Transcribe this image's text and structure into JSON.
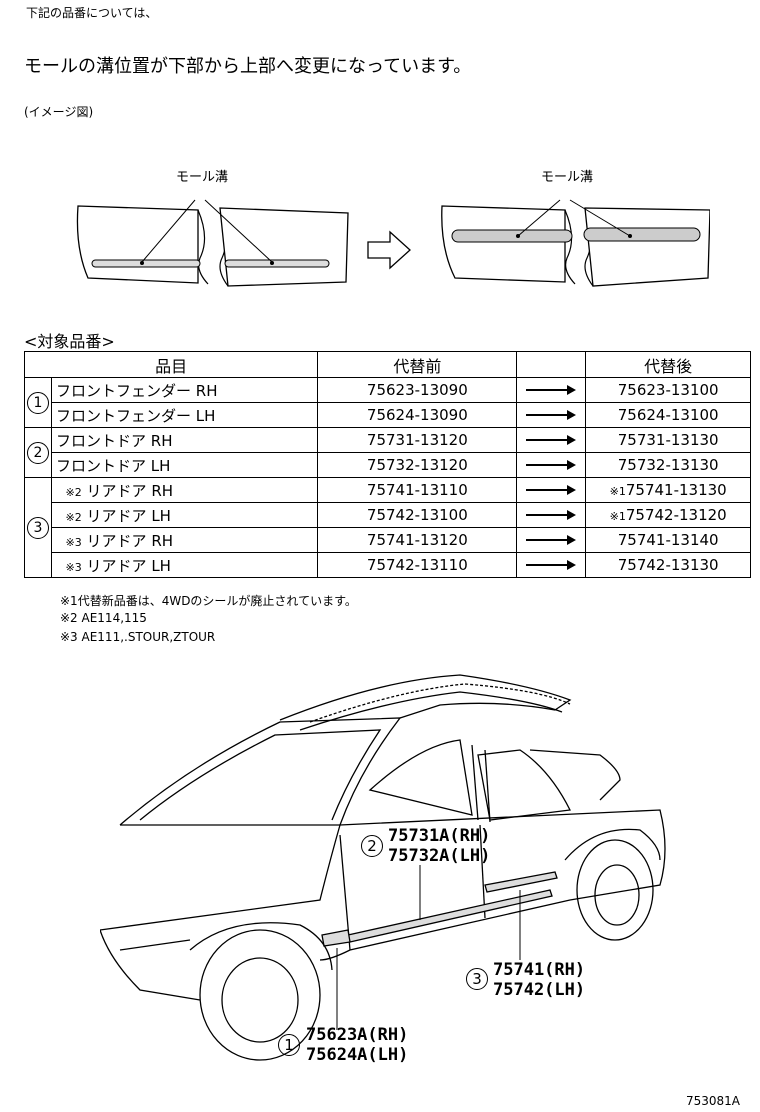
{
  "header": {
    "line1": "下記の品番については、",
    "line2": "モールの溝位置が下部から上部へ変更になっています。",
    "image_caption": "(イメージ図)"
  },
  "diagram": {
    "groove_label_left": "モール溝",
    "groove_label_right": "モール溝"
  },
  "table": {
    "section_title": "<対象品番>",
    "headers": {
      "part_name": "品目",
      "before": "代替前",
      "after": "代替後"
    },
    "groups": [
      {
        "marker": "1",
        "rows": [
          {
            "name_mark": "",
            "name": "フロントフェンダー RH",
            "before": "75623-13090",
            "after_mark": "",
            "after": "75623-13100"
          },
          {
            "name_mark": "",
            "name": "フロントフェンダー LH",
            "before": "75624-13090",
            "after_mark": "",
            "after": "75624-13100"
          }
        ]
      },
      {
        "marker": "2",
        "rows": [
          {
            "name_mark": "",
            "name": "フロントドア RH",
            "before": "75731-13120",
            "after_mark": "",
            "after": "75731-13130"
          },
          {
            "name_mark": "",
            "name": "フロントドア LH",
            "before": "75732-13120",
            "after_mark": "",
            "after": "75732-13130"
          }
        ]
      },
      {
        "marker": "3",
        "rows": [
          {
            "name_mark": "※2",
            "name": "リアドア RH",
            "before": "75741-13110",
            "after_mark": "※1",
            "after": "75741-13130"
          },
          {
            "name_mark": "※2",
            "name": "リアドア LH",
            "before": "75742-13100",
            "after_mark": "※1",
            "after": "75742-13120"
          },
          {
            "name_mark": "※3",
            "name": "リアドア RH",
            "before": "75741-13120",
            "after_mark": "",
            "after": "75741-13140"
          },
          {
            "name_mark": "※3",
            "name": "リアドア LH",
            "before": "75742-13110",
            "after_mark": "",
            "after": "75742-13130"
          }
        ]
      }
    ]
  },
  "notes": [
    "※1代替新品番は、4WDのシールが廃止されています。",
    "※2 AE114,115",
    "※3 AE111,.STOUR,ZTOUR"
  ],
  "callouts": {
    "c2": {
      "marker": "2",
      "line1": "75731A(RH)",
      "line2": "75732A(LH)"
    },
    "c3": {
      "marker": "3",
      "line1": "75741(RH)",
      "line2": "75742(LH)"
    },
    "c1": {
      "marker": "1",
      "line1": "75623A(RH)",
      "line2": "75624A(LH)"
    }
  },
  "footer": {
    "figure_id": "753081A"
  }
}
